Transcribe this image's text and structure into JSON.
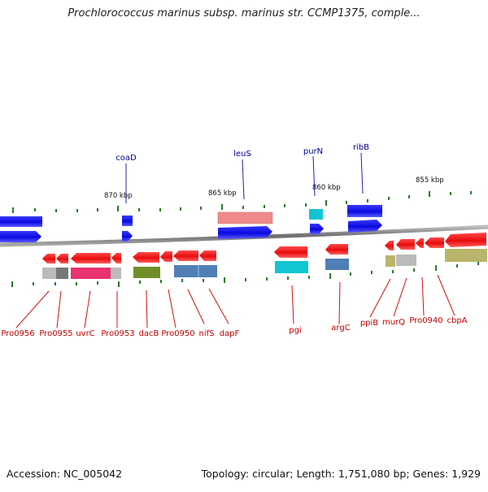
{
  "title": "Prochlorococcus marinus subsp. marinus str. CCMP1375, comple...",
  "footer": {
    "accession": "Accession: NC_005042",
    "summary": "Topology: circular; Length: 1,751,080 bp; Genes: 1,929"
  },
  "scale_labels": [
    "870 kbp",
    "865 kbp",
    "860 kbp",
    "855 kbp"
  ],
  "top_gene_labels": [
    "coaD",
    "leuS",
    "purN",
    "ribB"
  ],
  "bottom_gene_labels": [
    "Pro0956",
    "Pro0955",
    "uvrC",
    "Pro0953",
    "dacB",
    "Pro0950",
    "nifS",
    "dapF",
    "pgi",
    "argC",
    "ppiB",
    "murQ",
    "Pro0940",
    "cbpA"
  ],
  "colors": {
    "forward_strand": "#1010e6",
    "reverse_strand": "#ee1111",
    "top_label": "#00009a",
    "bottom_label": "#c00000",
    "backbone": "#777777",
    "tick": "#2a7a2a",
    "pink_band": "#e8336e",
    "olive_band": "#6f8e2a",
    "steel_band": "#4f7fb4",
    "cyan_band": "#11c6d2",
    "khaki_band": "#b9b56a",
    "grey_band": "#aaaaaa",
    "salmon_band": "#f08a8a"
  }
}
